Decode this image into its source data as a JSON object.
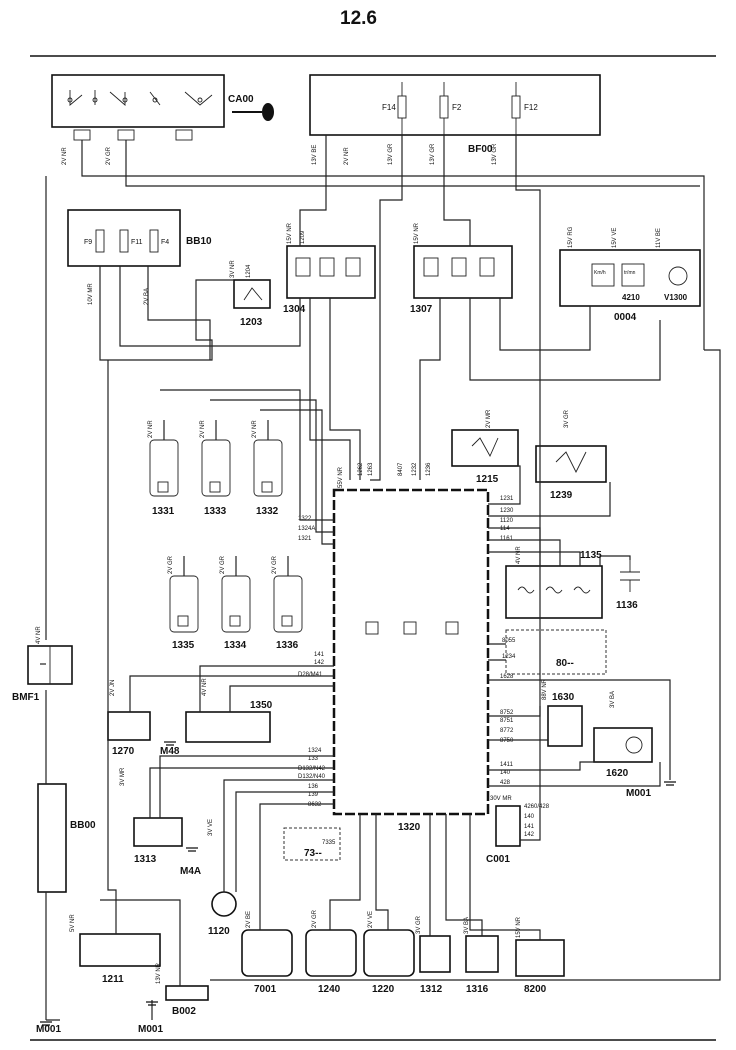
{
  "page": {
    "title": "12.6"
  },
  "components": {
    "ca00": "CA00",
    "bf00": "BF00",
    "bb10": "BB10",
    "c1203": "1203",
    "c1304": "1304",
    "c1307": "1307",
    "c0004": "0004",
    "c4210": "4210",
    "v1300": "V1300",
    "c1215": "1215",
    "c1239": "1239",
    "c1331": "1331",
    "c1333": "1333",
    "c1332": "1332",
    "c1135": "1135",
    "c1136": "1136",
    "c1335": "1335",
    "c1334": "1334",
    "c1336": "1336",
    "bmf1": "BMF1",
    "c80": "80--",
    "c1270": "1270",
    "m48": "M48",
    "c1350": "1350",
    "c1630": "1630",
    "c1620": "1620",
    "m001a": "M001",
    "bb00": "BB00",
    "c1313": "1313",
    "m4a": "M4A",
    "c1320": "1320",
    "c001": "C001",
    "c73": "73--",
    "c1120": "1120",
    "c1211": "1211",
    "c7001": "7001",
    "c1240": "1240",
    "c1220": "1220",
    "c1312": "1312",
    "c1316": "1316",
    "c8200": "8200",
    "b002": "B002",
    "m001b": "M001",
    "m001c": "M001"
  },
  "fuses": {
    "f14": "F14",
    "f2": "F2",
    "f12": "F12",
    "f9": "F9",
    "f11": "F11",
    "f4": "F4"
  },
  "connectors": {
    "ca00_a": "2V NR",
    "ca00_b": "2V GR",
    "bf00_a": "13V BE",
    "bf00_b": "2V NR",
    "bf00_c": "13V GR",
    "bf00_d": "13V GR",
    "bf00_e": "13V GR",
    "bb10_a": "10V MR",
    "bb10_b": "2V BA",
    "k1203": "3V NR",
    "k1304": "15V NR",
    "k1307": "15V NR",
    "k0004_a": "15V RG",
    "k0004_b": "15V VE",
    "k0004_c": "11V BE",
    "k1215": "2V MR",
    "k1239": "3V GR",
    "k1331": "2V NR",
    "k1333": "2V NR",
    "k1332": "2V NR",
    "k1320": "55V NR",
    "k1135": "4V NR",
    "k1335": "2V GR",
    "k1334": "2V GR",
    "k1336": "2V GR",
    "kbmf1": "4V NR",
    "k1270": "2V JN",
    "k1350": "4V NR",
    "k1630": "88V NR",
    "k1620": "3V BA",
    "k1313": "3V MR",
    "k1120": "3V VE",
    "kc001": "30V MR",
    "k1211": "5V NR",
    "k7001": "2V BE",
    "k1240": "2V GR",
    "k1220": "2V VE",
    "k1312": "3V GR",
    "k1316": "3V BA",
    "k8200": "15V NR",
    "kb002": "13V NR"
  },
  "wire_codes": {
    "w1": "1204",
    "w2": "1209",
    "w3": "1231",
    "w4": "1230",
    "w5": "1120",
    "w6": "114",
    "w7": "1161",
    "w8": "1322",
    "w9": "1324A",
    "w10": "1321",
    "w11": "8055",
    "w12": "1234",
    "w13": "1628",
    "w14": "142",
    "w15": "141",
    "w16": "D28/M41",
    "w17": "8752",
    "w18": "8751",
    "w19": "8772",
    "w20": "8750",
    "w21": "1411",
    "w22": "140",
    "w23": "428",
    "w24": "1324",
    "w25": "133",
    "w26": "D132/N42",
    "w27": "D132/N40",
    "w28": "136",
    "w29": "139",
    "w30": "8632",
    "w31": "7335",
    "w32": "4260/428",
    "w33": "140",
    "w34": "141",
    "w35": "142",
    "w36": "1262",
    "w37": "1263",
    "w38": "8407",
    "w39": "1236",
    "w40": "1232"
  },
  "module_symbols": {
    "speed": "Km/h",
    "rpm": "tr/mn"
  }
}
